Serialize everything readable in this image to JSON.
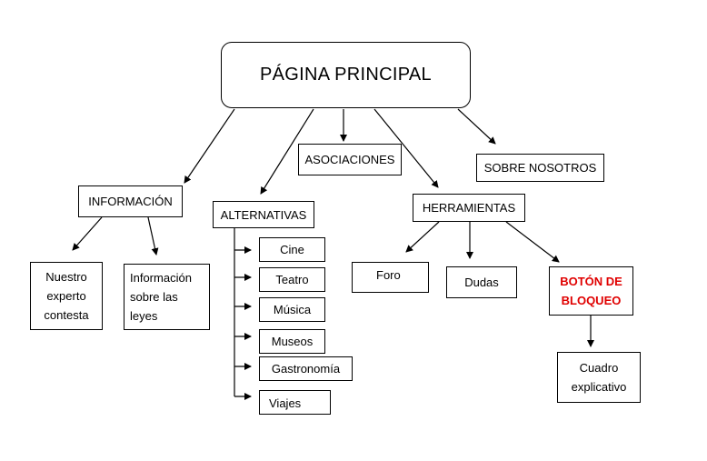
{
  "diagram": {
    "root": "PÁGINA PRINCIPAL",
    "informacion": {
      "label": "INFORMACIÓN",
      "children": [
        "Nuestro experto contesta",
        "Información sobre las leyes"
      ]
    },
    "alternativas": {
      "label": "ALTERNATIVAS",
      "children": [
        "Cine",
        "Teatro",
        "Música",
        "Museos",
        "Gastronomía",
        "Viajes"
      ]
    },
    "asociaciones": "ASOCIACIONES",
    "herramientas": {
      "label": "HERRAMIENTAS",
      "children": [
        "Foro",
        "Dudas",
        "BOTÓN DE BLOQUEO"
      ]
    },
    "boton_child": "Cuadro explicativo",
    "sobre_nosotros": "SOBRE NOSOTROS",
    "accent_color": "#e00000"
  }
}
